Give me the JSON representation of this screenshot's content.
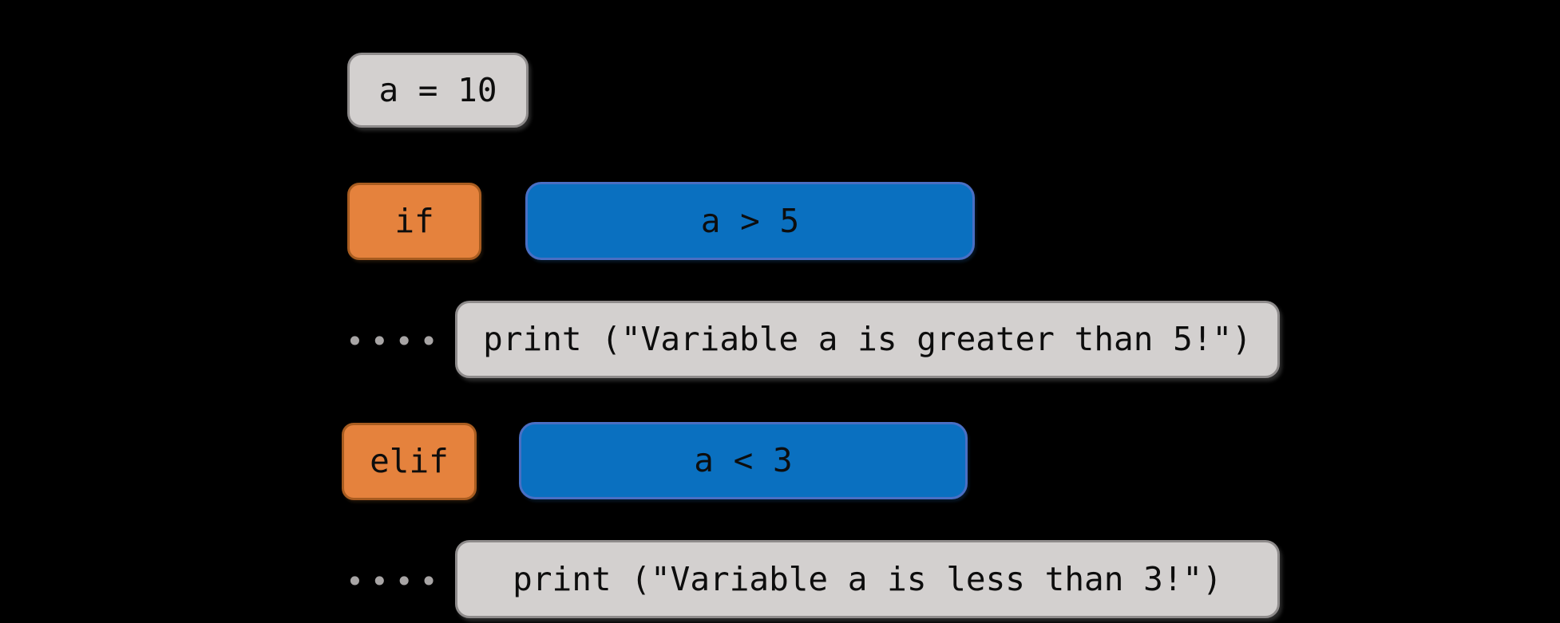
{
  "diagram": {
    "blocks": {
      "assignment": {
        "label": "a = 10"
      },
      "if_keyword": {
        "label": "if"
      },
      "if_condition": {
        "label": "a > 5"
      },
      "if_body": {
        "label": "print (\"Variable a is greater than 5!\")"
      },
      "elif_keyword": {
        "label": "elif"
      },
      "elif_condition": {
        "label": "a < 3"
      },
      "elif_body": {
        "label": "print (\"Variable a is less than 3!\")"
      }
    },
    "indent_marker": "••••",
    "indent_dot_count": 4,
    "colors": {
      "background": "#000000",
      "statement_fill": "#d3d0cf",
      "statement_border": "#8e8b8b",
      "keyword_fill": "#e5823d",
      "keyword_border": "#a85c20",
      "condition_fill": "#0a70c0",
      "condition_border": "#4a6fc4",
      "indent_dot": "#a8a5a5",
      "text": "#0d0d0d"
    }
  }
}
